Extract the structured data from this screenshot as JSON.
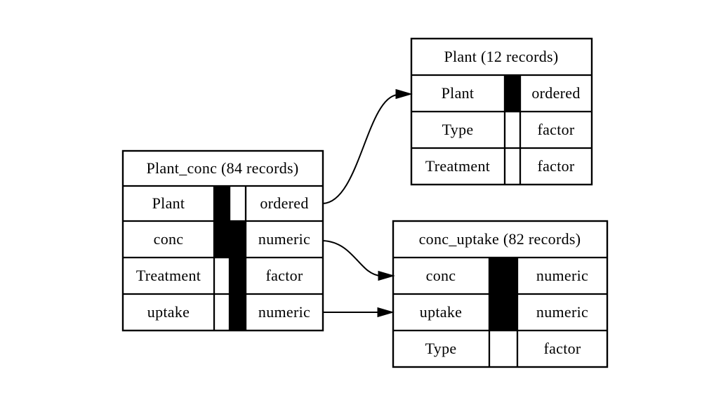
{
  "diagram": {
    "kind": "data-model-diagram",
    "colors": {
      "foreground": "#000000",
      "background": "#ffffff"
    },
    "tables": {
      "plant_conc": {
        "title": "Plant_conc (84 records)",
        "fields": [
          {
            "name": "Plant",
            "type": "ordered",
            "indicator": "left-black-right-white"
          },
          {
            "name": "conc",
            "type": "numeric",
            "indicator": "full-black"
          },
          {
            "name": "Treatment",
            "type": "factor",
            "indicator": "left-white-right-black"
          },
          {
            "name": "uptake",
            "type": "numeric",
            "indicator": "left-white-right-black"
          }
        ]
      },
      "plant": {
        "title": "Plant (12 records)",
        "fields": [
          {
            "name": "Plant",
            "type": "ordered",
            "indicator": "full-black"
          },
          {
            "name": "Type",
            "type": "factor",
            "indicator": "white"
          },
          {
            "name": "Treatment",
            "type": "factor",
            "indicator": "white"
          }
        ]
      },
      "conc_uptake": {
        "title": "conc_uptake (82 records)",
        "fields": [
          {
            "name": "conc",
            "type": "numeric",
            "indicator": "full-black"
          },
          {
            "name": "uptake",
            "type": "numeric",
            "indicator": "full-black"
          },
          {
            "name": "Type",
            "type": "factor",
            "indicator": "white"
          }
        ]
      }
    },
    "links": [
      {
        "from": "Plant_conc.Plant",
        "to": "Plant.Plant",
        "style": "s-curve"
      },
      {
        "from": "Plant_conc.conc",
        "to": "conc_uptake.conc",
        "style": "curve"
      },
      {
        "from": "Plant_conc.uptake",
        "to": "conc_uptake.uptake",
        "style": "straight"
      }
    ]
  }
}
